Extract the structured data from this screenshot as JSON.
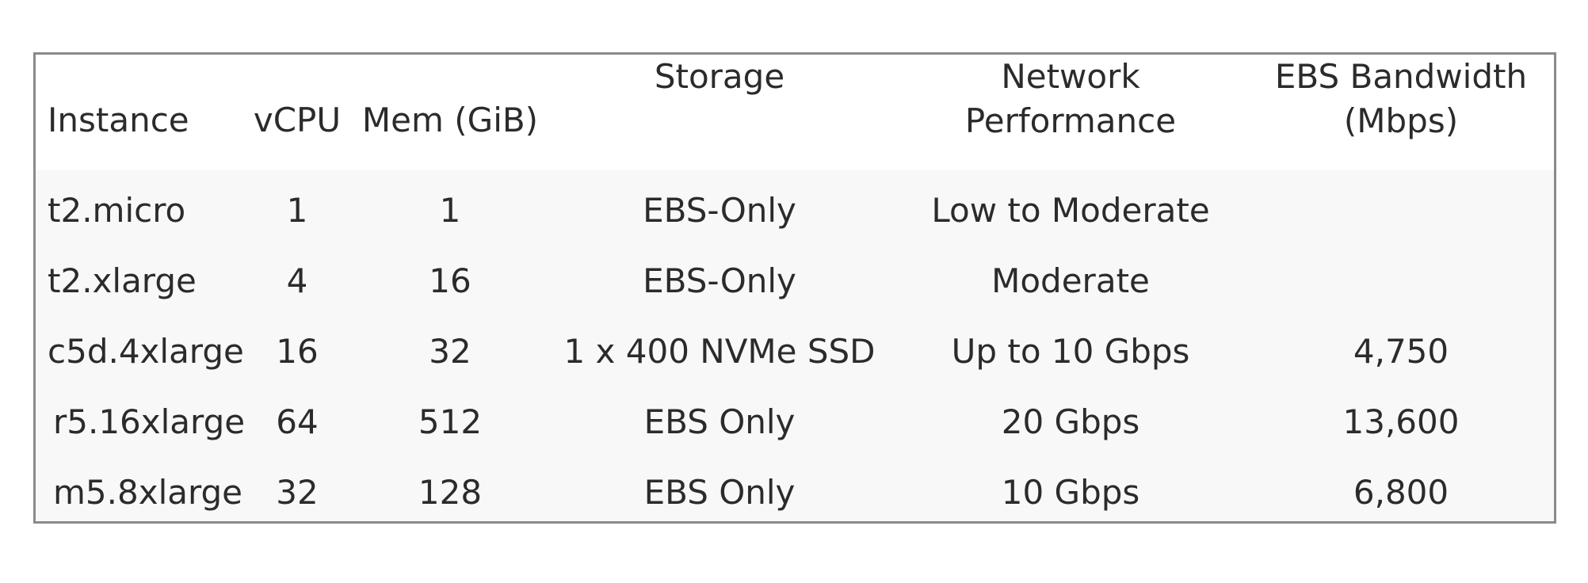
{
  "table": {
    "headers": [
      {
        "lines": [
          "Instance"
        ]
      },
      {
        "lines": [
          "vCPU"
        ]
      },
      {
        "lines": [
          "Mem (GiB)"
        ]
      },
      {
        "lines": [
          "Storage"
        ]
      },
      {
        "lines": [
          "Network",
          "Performance"
        ]
      },
      {
        "lines": [
          "EBS Bandwidth",
          "(Mbps)"
        ]
      }
    ],
    "rows": [
      [
        "t2.micro",
        "1",
        "1",
        "EBS-Only",
        "Low to Moderate",
        ""
      ],
      [
        "t2.xlarge",
        "4",
        "16",
        "EBS-Only",
        "Moderate",
        ""
      ],
      [
        "c5d.4xlarge",
        "16",
        "32",
        "1 x 400 NVMe SSD",
        "Up to 10 Gbps",
        "4,750"
      ],
      [
        "r5.16xlarge",
        "64",
        "512",
        "EBS Only",
        "20 Gbps",
        "13,600"
      ],
      [
        "m5.8xlarge",
        "32",
        "128",
        "EBS Only",
        "10 Gbps",
        "6,800"
      ]
    ]
  }
}
